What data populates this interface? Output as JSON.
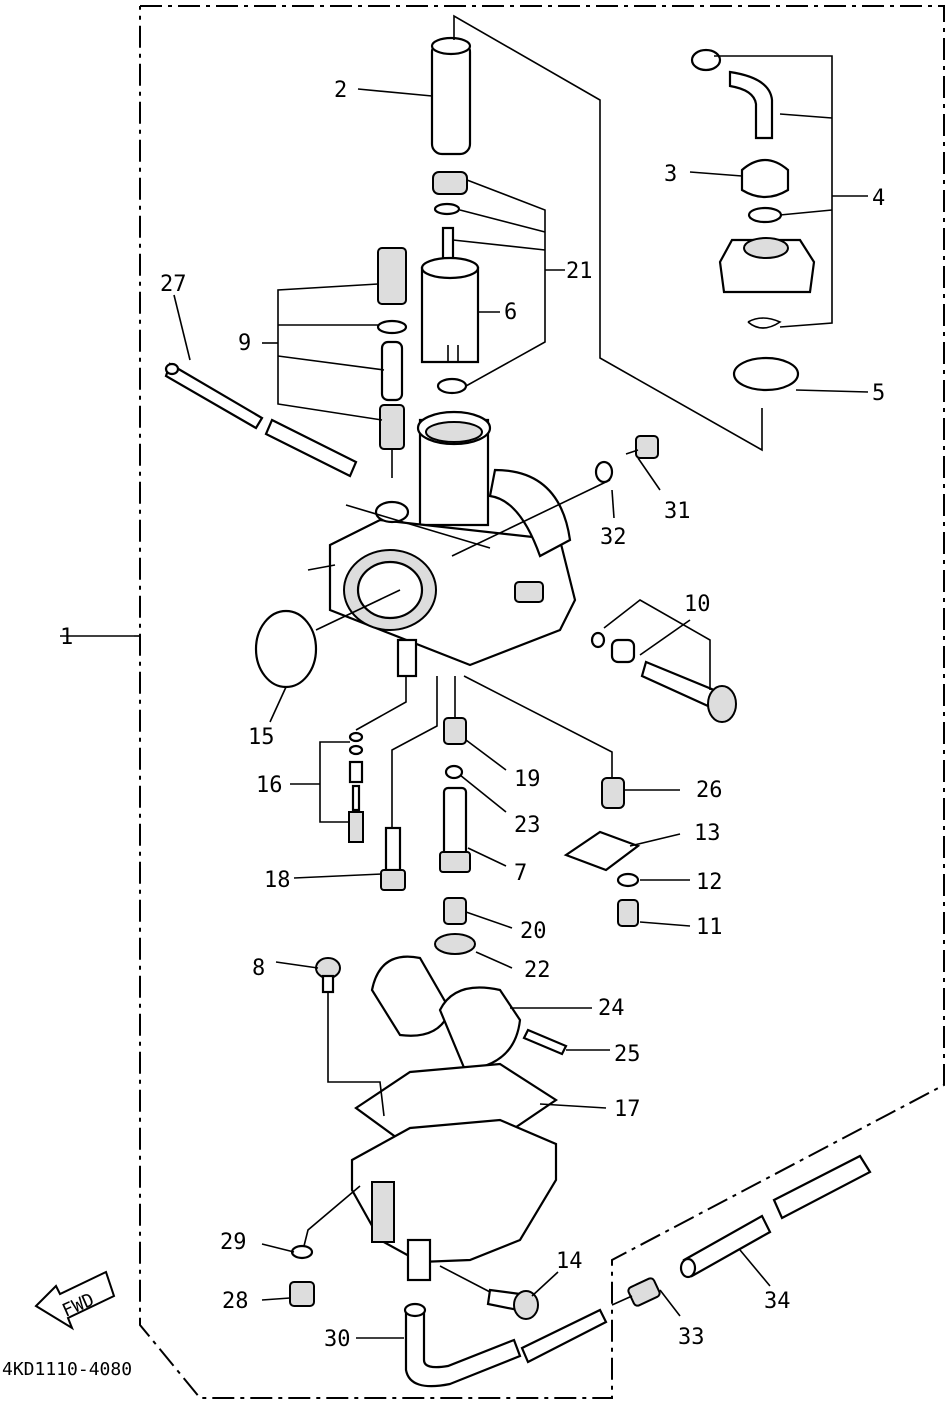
{
  "diagram": {
    "labels": [
      {
        "id": "1",
        "text": "1"
      },
      {
        "id": "2",
        "text": "2"
      },
      {
        "id": "3",
        "text": "3"
      },
      {
        "id": "4",
        "text": "4"
      },
      {
        "id": "5",
        "text": "5"
      },
      {
        "id": "6",
        "text": "6"
      },
      {
        "id": "7",
        "text": "7"
      },
      {
        "id": "8",
        "text": "8"
      },
      {
        "id": "9",
        "text": "9"
      },
      {
        "id": "10",
        "text": "10"
      },
      {
        "id": "11",
        "text": "11"
      },
      {
        "id": "12",
        "text": "12"
      },
      {
        "id": "13",
        "text": "13"
      },
      {
        "id": "14",
        "text": "14"
      },
      {
        "id": "15",
        "text": "15"
      },
      {
        "id": "16",
        "text": "16"
      },
      {
        "id": "17",
        "text": "17"
      },
      {
        "id": "18",
        "text": "18"
      },
      {
        "id": "19",
        "text": "19"
      },
      {
        "id": "20",
        "text": "20"
      },
      {
        "id": "21",
        "text": "21"
      },
      {
        "id": "22",
        "text": "22"
      },
      {
        "id": "23",
        "text": "23"
      },
      {
        "id": "24",
        "text": "24"
      },
      {
        "id": "25",
        "text": "25"
      },
      {
        "id": "26",
        "text": "26"
      },
      {
        "id": "27",
        "text": "27"
      },
      {
        "id": "28",
        "text": "28"
      },
      {
        "id": "29",
        "text": "29"
      },
      {
        "id": "30",
        "text": "30"
      },
      {
        "id": "31",
        "text": "31"
      },
      {
        "id": "32",
        "text": "32"
      },
      {
        "id": "33",
        "text": "33"
      },
      {
        "id": "34",
        "text": "34"
      }
    ],
    "fwd_label": "FWD",
    "drawing_code": "4KD1110-4080"
  }
}
